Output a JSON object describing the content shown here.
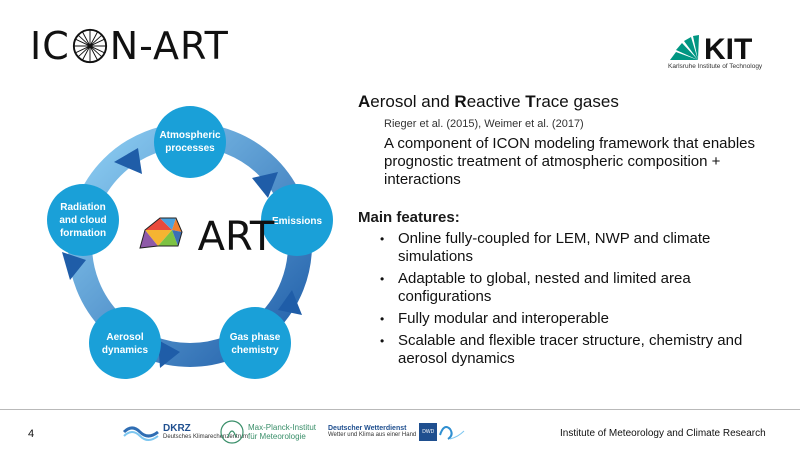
{
  "header": {
    "logo_text_left": "IC",
    "logo_text_right": "N-ART",
    "kit_logo_text": "KIT",
    "kit_tagline": "Karlsruhe Institute of Technology"
  },
  "diagram": {
    "nodes": [
      {
        "id": "atm",
        "line1": "Atmospheric",
        "line2": "processes"
      },
      {
        "id": "emi",
        "line1": "Emissions",
        "line2": ""
      },
      {
        "id": "gas",
        "line1": "Gas phase",
        "line2": "chemistry"
      },
      {
        "id": "aer",
        "line1": "Aerosol",
        "line2": "dynamics"
      },
      {
        "id": "rad",
        "line1": "Radiation",
        "line2": "and cloud",
        "line3": "formation"
      }
    ],
    "center_text": "ART",
    "colors": {
      "node": "#1aa0d8",
      "arrow_light": "#7cc6f0",
      "arrow_dark": "#1f5da8"
    }
  },
  "content": {
    "heading": {
      "a": "A",
      "a_rest": "erosol and ",
      "r": "R",
      "r_rest": "eactive ",
      "t": "T",
      "t_rest": "race gases"
    },
    "references": "Rieger et al. (2015), Weimer et al. (2017)",
    "description": "A component of ICON modeling framework that enables prognostic treatment of atmospheric composition + interactions",
    "features_title": "Main features:",
    "features": [
      "Online fully-coupled for LEM, NWP and climate simulations",
      "Adaptable to global, nested and limited area configurations",
      "Fully modular and interoperable",
      "Scalable and flexible tracer structure, chemistry and aerosol dynamics"
    ]
  },
  "footer": {
    "page_number": "4",
    "institute": "Institute of Meteorology and Climate Research",
    "partners": [
      {
        "name": "DKRZ",
        "sub": "Deutsches Klimarechenzentrum"
      },
      {
        "name": "Max-Planck-Institut",
        "sub": "für Meteorologie"
      },
      {
        "name": "Deutscher Wetterdienst",
        "sub": "Wetter und Klima aus einer Hand",
        "badge": "DWD"
      }
    ]
  }
}
